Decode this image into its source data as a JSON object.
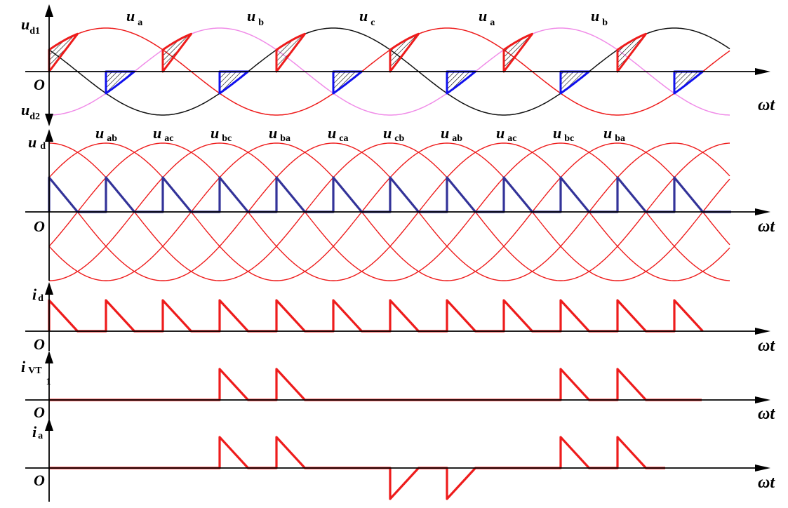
{
  "colors": {
    "axis": "#000000",
    "phase_a": "#ee1c1c",
    "phase_b": "#f08ce8",
    "phase_c": "#111111",
    "line_voltage": "#ee1c1c",
    "ud_trace": "#333399",
    "current": "#ee1c1c",
    "shade_top": "#ee1c1c",
    "shade_bottom": "#1010ee"
  },
  "panels": [
    {
      "id": "phase-voltages",
      "y_main": "u",
      "y_sub_top": "d1",
      "y_sub_bottom": "d2",
      "origin": "O",
      "x_label": "ωt",
      "x_sub": "t",
      "series_labels": [
        {
          "main": "u",
          "sub": "a"
        },
        {
          "main": "u",
          "sub": "b"
        },
        {
          "main": "u",
          "sub": "c"
        },
        {
          "main": "u",
          "sub": "a"
        },
        {
          "main": "u",
          "sub": "b"
        }
      ]
    },
    {
      "id": "line-voltages",
      "y_main": "u",
      "y_sub": "d",
      "origin": "O",
      "x_label": "ωt",
      "x_sub": "t",
      "series_labels": [
        {
          "main": "u",
          "sub": "ab"
        },
        {
          "main": "u",
          "sub": "ac"
        },
        {
          "main": "u",
          "sub": "bc"
        },
        {
          "main": "u",
          "sub": "ba"
        },
        {
          "main": "u",
          "sub": "ca"
        },
        {
          "main": "u",
          "sub": "cb"
        },
        {
          "main": "u",
          "sub": "ab"
        },
        {
          "main": "u",
          "sub": "ac"
        },
        {
          "main": "u",
          "sub": "bc"
        },
        {
          "main": "u",
          "sub": "ba"
        }
      ]
    },
    {
      "id": "load-current",
      "y_main": "i",
      "y_sub": "d",
      "origin": "O",
      "x_label": "ωt",
      "x_sub": "t"
    },
    {
      "id": "thyristor-current",
      "y_main": "i",
      "y_sub": "VT",
      "y_sub2": "1",
      "origin": "O",
      "x_label": "ωt",
      "x_sub": "t"
    },
    {
      "id": "phase-current",
      "y_main": "i",
      "y_sub": "a",
      "origin": "O",
      "x_label": "ωt",
      "x_sub": "t"
    }
  ],
  "waveform": {
    "firing_pulses": 12,
    "ivt1_pulses": [
      3,
      4,
      9,
      10
    ],
    "ia_positive_pulses": [
      3,
      4,
      9,
      10
    ],
    "ia_negative_pulses": [
      6,
      7
    ]
  }
}
